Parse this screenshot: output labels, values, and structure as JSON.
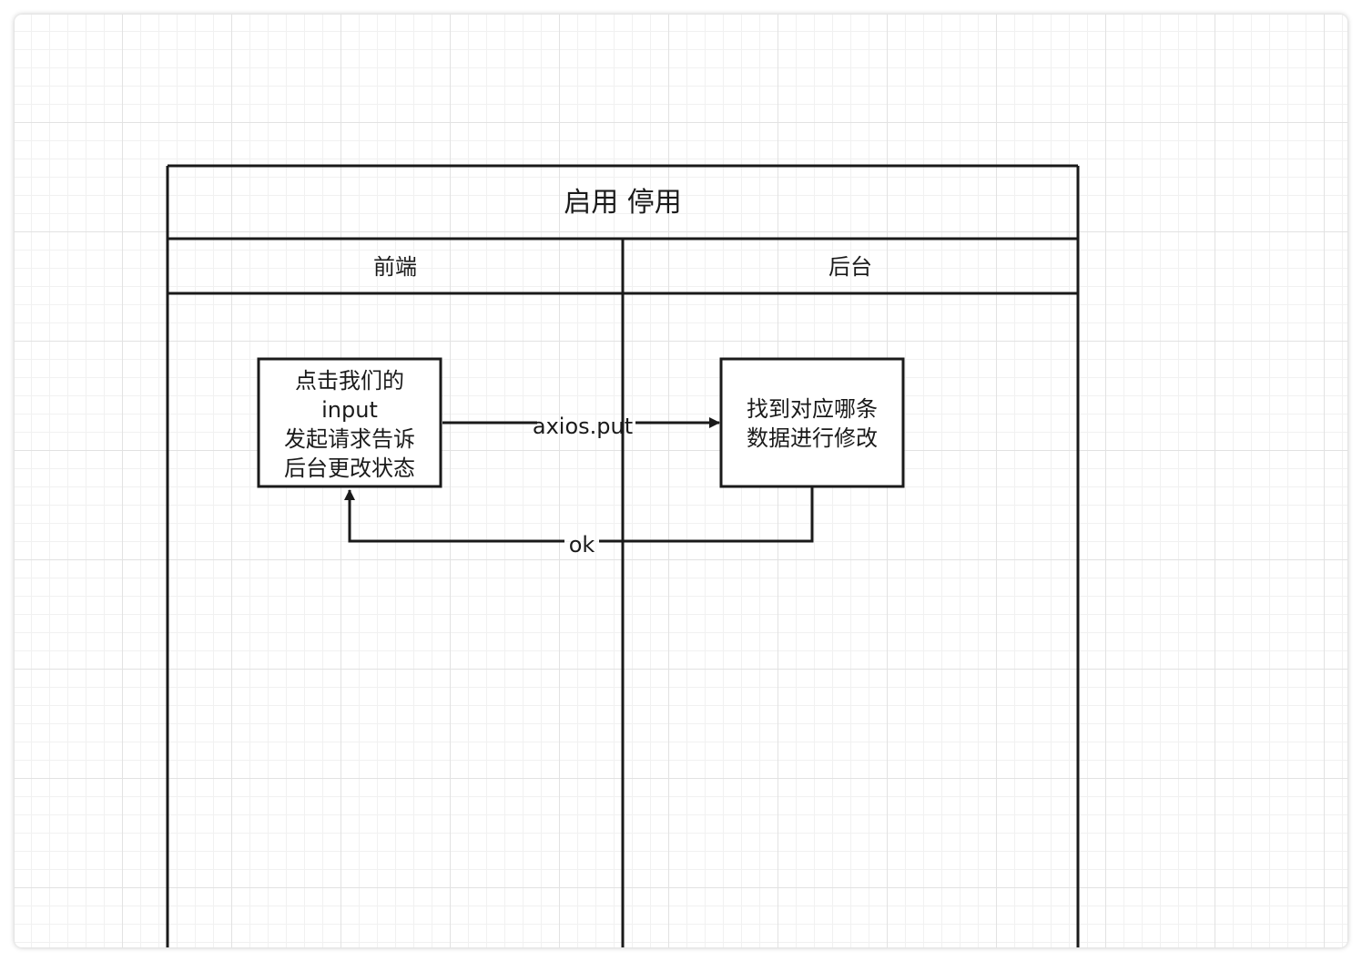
{
  "pool": {
    "title": "启用 停用",
    "lanes": [
      "前端",
      "后台"
    ]
  },
  "nodes": {
    "frontend_box": [
      "点击我们的",
      "input",
      "发起请求告诉",
      "后台更改状态"
    ],
    "backend_box": [
      "找到对应哪条",
      "数据进行修改"
    ]
  },
  "edges": {
    "request_label": "axios.put",
    "response_label": "ok"
  },
  "colors": {
    "stroke": "#1a1a1a",
    "grid_major": "#e2e2e2",
    "grid_minor": "#f1f1f1"
  }
}
